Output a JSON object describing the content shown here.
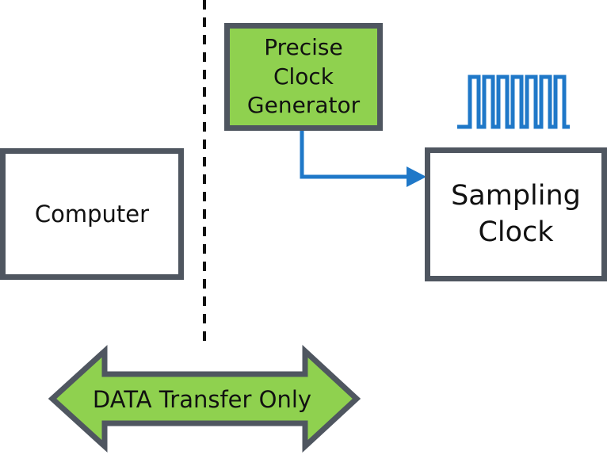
{
  "nodes": {
    "computer": {
      "label": "Computer"
    },
    "generator": {
      "lines": [
        "Precise",
        "Clock",
        "Generator"
      ]
    },
    "sampling": {
      "lines": [
        "Sampling",
        "Clock"
      ]
    }
  },
  "transfer": {
    "label": "DATA Transfer Only"
  },
  "icons": {
    "clock_waveform": "square-wave-icon",
    "connector_arrow": "arrow-right-icon"
  },
  "colors": {
    "border": "#4f5660",
    "generator_fill": "#8fd14f",
    "signal_blue": "#1f78c8",
    "arrow_fill": "#8fd14f"
  }
}
